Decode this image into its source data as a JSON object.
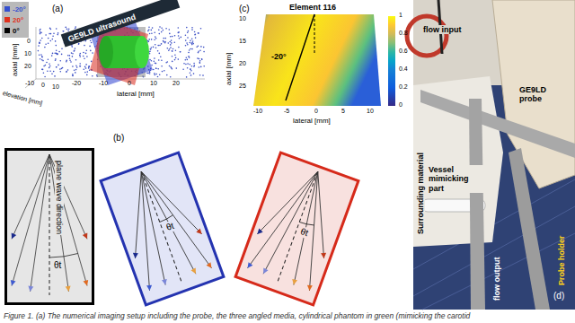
{
  "diagram": {
    "caption": "Figure 1. (a) The numerical imaging setup including the probe, the three angled media, cylindrical phantom in green (mimicking the carotid",
    "nodes": [
      {
        "text": [
          "plane wave direction",
          "θt"
        ]
      },
      {
        "text": [
          "θt"
        ]
      },
      {
        "text": [
          "θt"
        ]
      }
    ],
    "labels": [
      "(a)",
      "GE9LD ultrasound",
      "axial [mm]",
      "0",
      "10",
      "20",
      "elevation [mm]",
      "-10",
      "0",
      "10",
      "lateral [mm]",
      "-20",
      "-10",
      "0",
      "10",
      "20",
      "(c)",
      "Element 116",
      "-20°",
      "axial [mm]",
      "10",
      "15",
      "20",
      "25",
      "lateral [mm]",
      "-10",
      "-5",
      "0",
      "5",
      "10",
      "1",
      "0.8",
      "0.6",
      "0.4",
      "0.2",
      "0",
      "(b)",
      "flow input",
      "GE9LD probe",
      "Surrounding material",
      "Vessel mimicking part",
      "flow output",
      "Probe holder",
      "(d)"
    ],
    "legend": [
      {
        "text": "-20°",
        "color": "#3550d0"
      },
      {
        "text": "20°",
        "color": "#e0301c"
      },
      {
        "text": "0°",
        "color": "#000000"
      }
    ]
  }
}
